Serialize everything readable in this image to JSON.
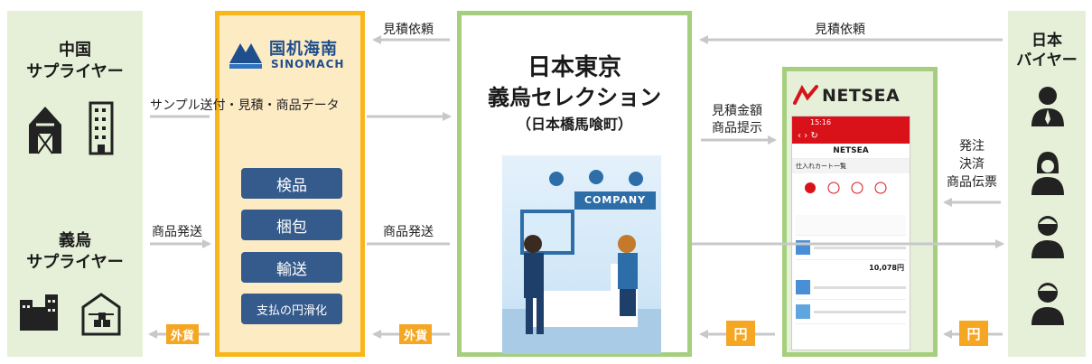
{
  "left_panel": {
    "china_title": "中国\nサプライヤー",
    "yiwu_title": "義烏\nサプライヤー"
  },
  "sinomach": {
    "logo_cn": "国机海南",
    "logo_en": "SINOMACH",
    "steps": [
      "検品",
      "梱包",
      "輸送",
      "支払の円滑化"
    ]
  },
  "center": {
    "title_line1": "日本東京",
    "title_line2": "義烏セレクション",
    "subtitle": "（日本橋馬喰町）",
    "illustration_sign": "COMPANY"
  },
  "netsea": {
    "logo": "NETSEA",
    "phone_app_name": "NETSEA",
    "phone_time": "15:16",
    "phone_section_title": "仕入れカート一覧",
    "phone_total": "10,078円"
  },
  "right_panel": {
    "title": "日本\nバイヤー"
  },
  "flow_labels": {
    "quote_request_left": "見積依頼",
    "quote_request_right": "見積依頼",
    "sample_flow": "サンプル送付・見積・商品データ",
    "ship_from_yiwu": "商品発送",
    "ship_to_japan": "商品発送",
    "quote_amount": "見積金額\n商品提示",
    "order_flow": "発注\n決済\n商品伝票"
  },
  "currency_badges": {
    "foreign_1": "外貨",
    "foreign_2": "外貨",
    "yen_1": "円",
    "yen_2": "円"
  },
  "colors": {
    "panel_green": "#e6f0d8",
    "sinomach_border": "#f9b61a",
    "sinomach_fill": "#fdebc4",
    "center_border": "#a5cf7e",
    "step_blue": "#355b8c",
    "badge_orange": "#f5a623",
    "arrow_gray": "#c8c8c8",
    "netsea_red": "#d9121a"
  }
}
